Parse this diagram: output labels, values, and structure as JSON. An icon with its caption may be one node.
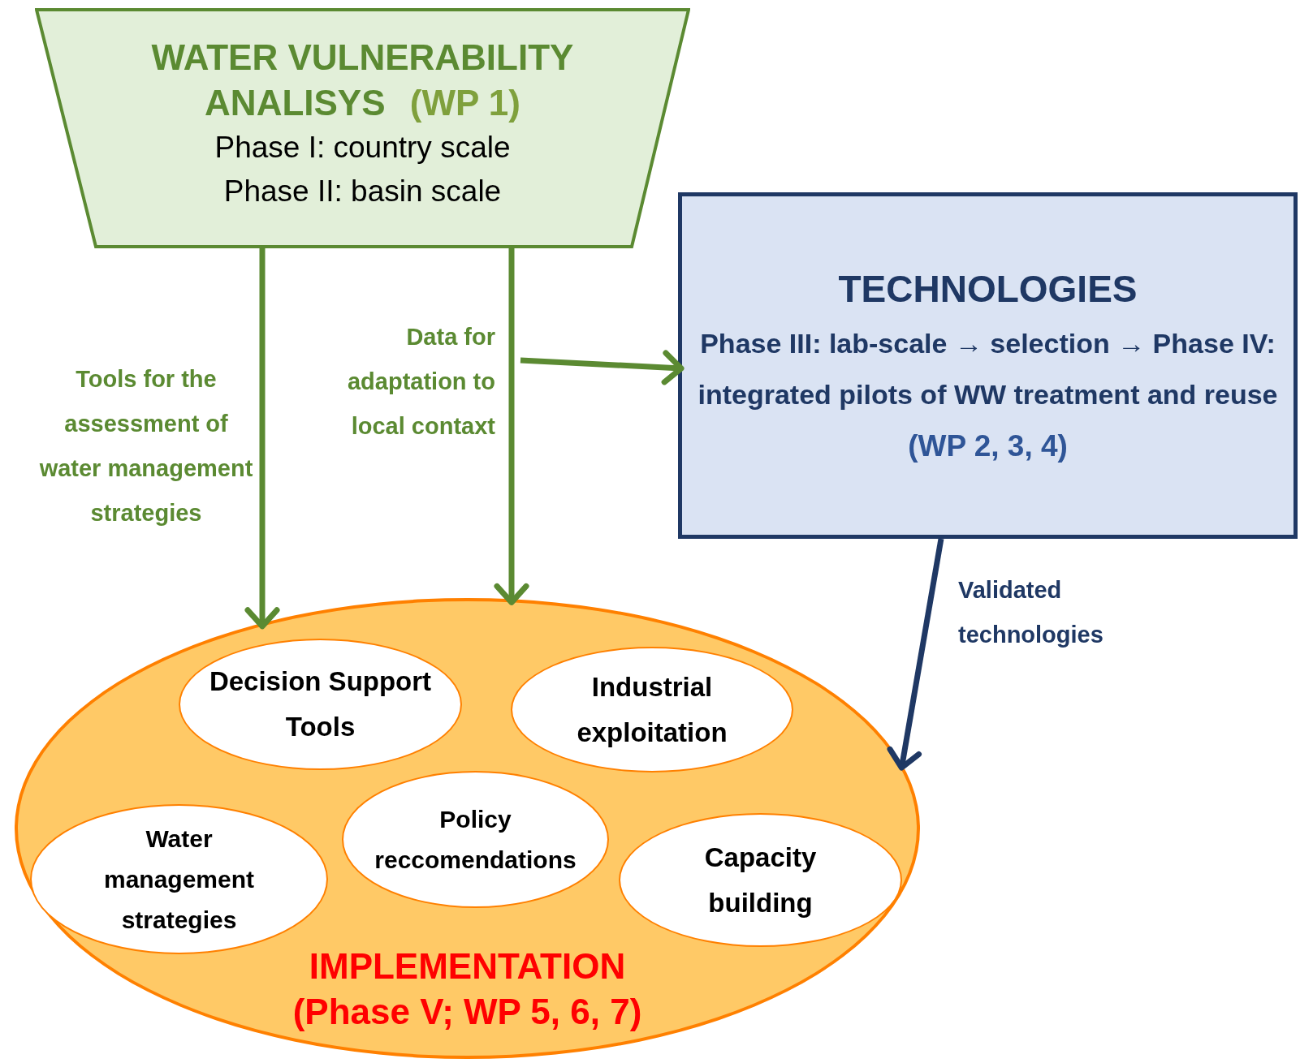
{
  "diagram": {
    "nodes": [
      {
        "text": [
          "WATER VULNERABILITY ANALISYS",
          "(WP 1)",
          "Phase I: country scale",
          "Phase II: basin scale"
        ]
      },
      {
        "text": [
          "TECHNOLOGIES",
          "Phase III: lab-scale → selection → Phase IV: integrated pilots of WW treatment and reuse",
          "(WP 2, 3, 4)"
        ]
      },
      {
        "text": [
          "IMPLEMENTATION (Phase V; WP 5, 6, 7)"
        ]
      },
      {
        "text": [
          "Decision Support Tools"
        ],
        "in": 2
      },
      {
        "text": [
          "Industrial exploitation"
        ],
        "in": 2
      },
      {
        "text": [
          "Policy reccomendations"
        ],
        "in": 2
      },
      {
        "text": [
          "Water management strategies"
        ],
        "in": 2
      },
      {
        "text": [
          "Capacity building"
        ],
        "in": 2
      }
    ],
    "edges": [
      {
        "from": 0,
        "to": 2,
        "arrow": "to",
        "label": "Tools for the assessment of water management strategies"
      },
      {
        "from": 0,
        "to": 2,
        "arrow": "to",
        "label": "Data for adaptation to local contaxt"
      },
      {
        "from": null,
        "to": 1,
        "arrow": "to"
      },
      {
        "from": 1,
        "to": 2,
        "arrow": "to",
        "label": "Validated technologies",
        "color": "#1f3864"
      }
    ]
  }
}
